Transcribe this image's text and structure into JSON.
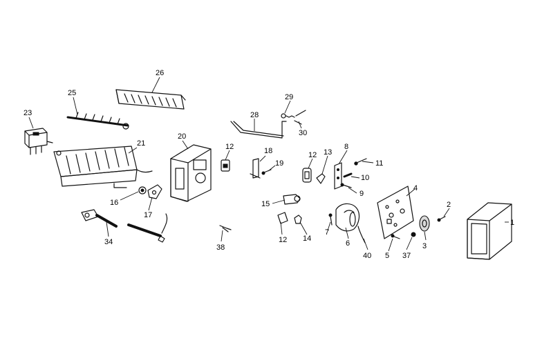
{
  "callouts": [
    {
      "id": "p1",
      "label": "1"
    },
    {
      "id": "p2",
      "label": "2"
    },
    {
      "id": "p3",
      "label": "3"
    },
    {
      "id": "p4",
      "label": "4"
    },
    {
      "id": "p5",
      "label": "5"
    },
    {
      "id": "p6",
      "label": "6"
    },
    {
      "id": "p7",
      "label": "7"
    },
    {
      "id": "p8",
      "label": "8"
    },
    {
      "id": "p9",
      "label": "9"
    },
    {
      "id": "p10",
      "label": "10"
    },
    {
      "id": "p11",
      "label": "11"
    },
    {
      "id": "p12a",
      "label": "12"
    },
    {
      "id": "p12b",
      "label": "12"
    },
    {
      "id": "p12c",
      "label": "12"
    },
    {
      "id": "p13",
      "label": "13"
    },
    {
      "id": "p14",
      "label": "14"
    },
    {
      "id": "p15",
      "label": "15"
    },
    {
      "id": "p16",
      "label": "16"
    },
    {
      "id": "p17",
      "label": "17"
    },
    {
      "id": "p18",
      "label": "18"
    },
    {
      "id": "p19",
      "label": "19"
    },
    {
      "id": "p20",
      "label": "20"
    },
    {
      "id": "p21",
      "label": "21"
    },
    {
      "id": "p23",
      "label": "23"
    },
    {
      "id": "p25",
      "label": "25"
    },
    {
      "id": "p26",
      "label": "26"
    },
    {
      "id": "p28",
      "label": "28"
    },
    {
      "id": "p29",
      "label": "29"
    },
    {
      "id": "p30",
      "label": "30"
    },
    {
      "id": "p34",
      "label": "34"
    },
    {
      "id": "p37",
      "label": "37"
    },
    {
      "id": "p38",
      "label": "38"
    },
    {
      "id": "p40",
      "label": "40"
    }
  ]
}
